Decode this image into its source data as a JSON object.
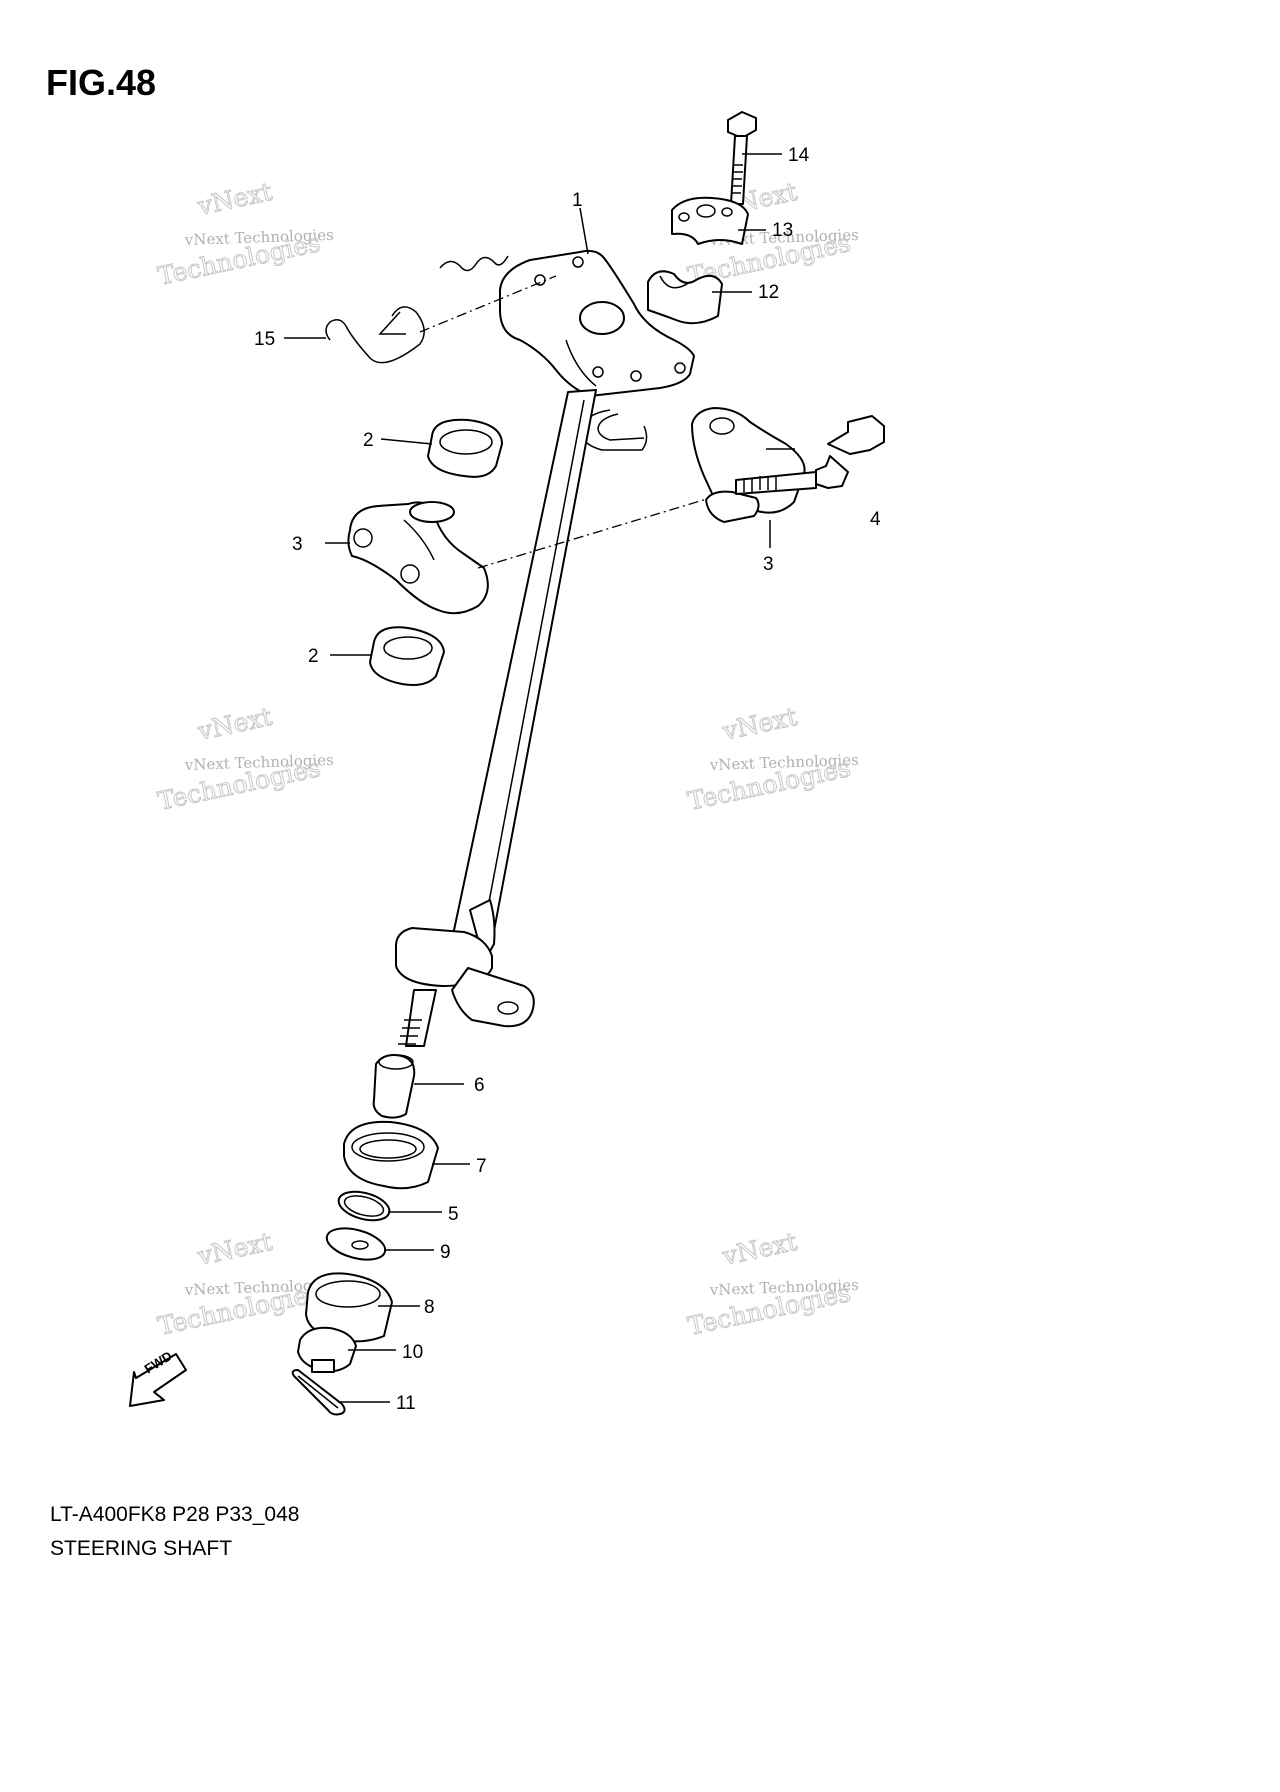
{
  "figure": {
    "title": "FIG.48",
    "model_code": "LT-A400FK8 P28 P33_048",
    "caption": "STEERING SHAFT"
  },
  "callouts": [
    "1",
    "2",
    "3",
    "4",
    "3",
    "2",
    "6",
    "7",
    "5",
    "9",
    "8",
    "10",
    "11",
    "12",
    "13",
    "14",
    "15"
  ],
  "watermark": {
    "line1": "vNext Technologies",
    "line2": "vNext",
    "line3": "Technologies"
  },
  "fwd_arrow_label": "FWD"
}
